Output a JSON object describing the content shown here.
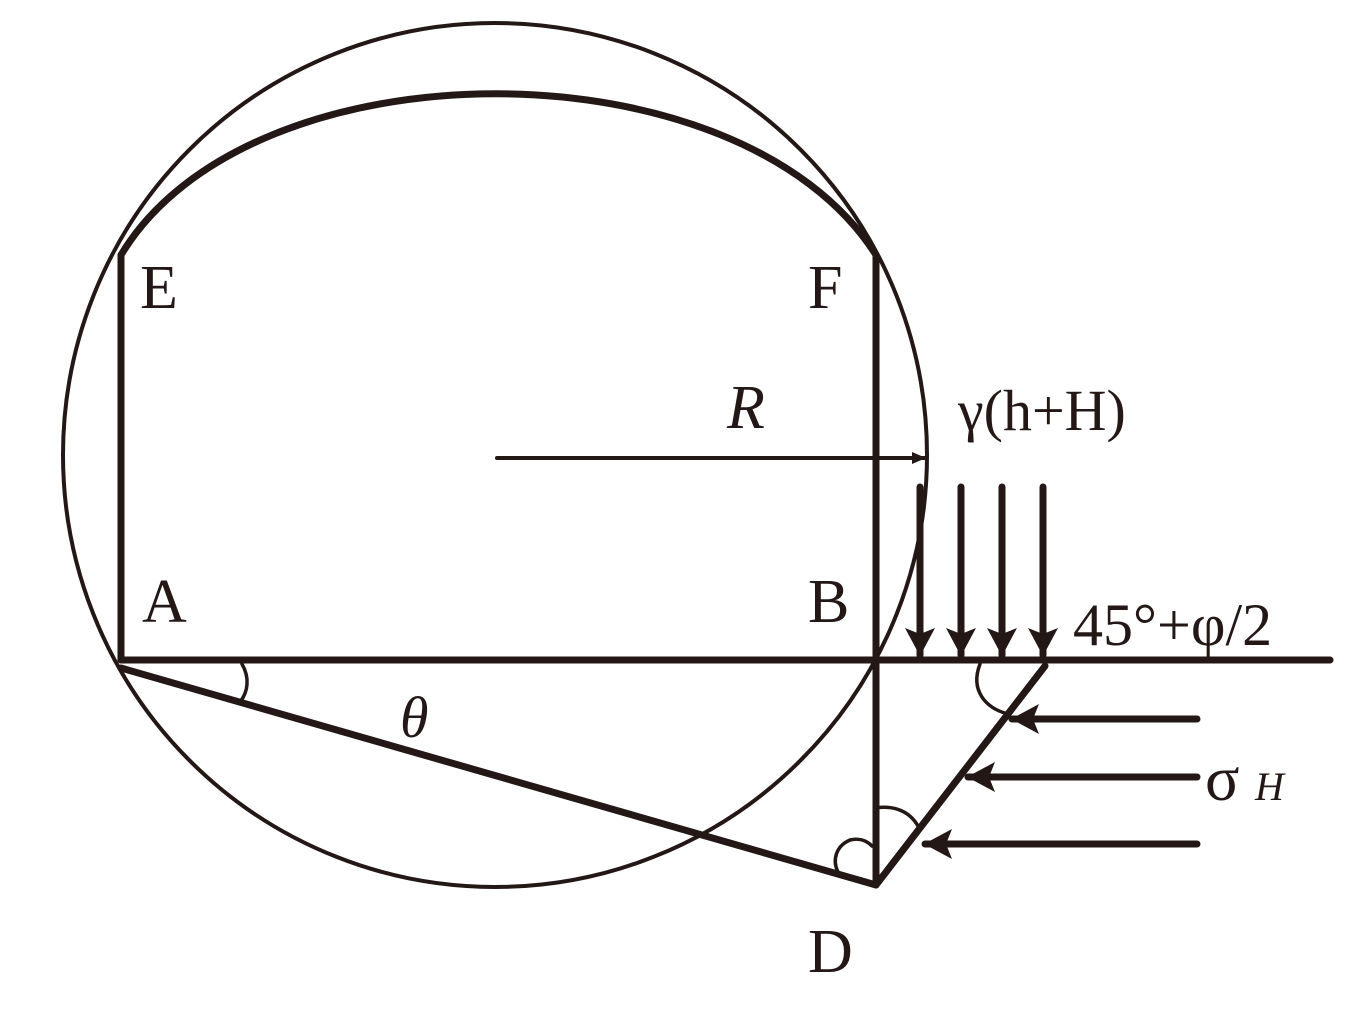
{
  "labels": {
    "E": "E",
    "F": "F",
    "A": "A",
    "B": "B",
    "D": "D",
    "radius": "R",
    "theta": "θ",
    "load": "γ(h+H)",
    "angle": "45°+φ/2",
    "sigma": "σ",
    "sigma_sub": "H"
  },
  "colors": {
    "ink": "#231815"
  }
}
